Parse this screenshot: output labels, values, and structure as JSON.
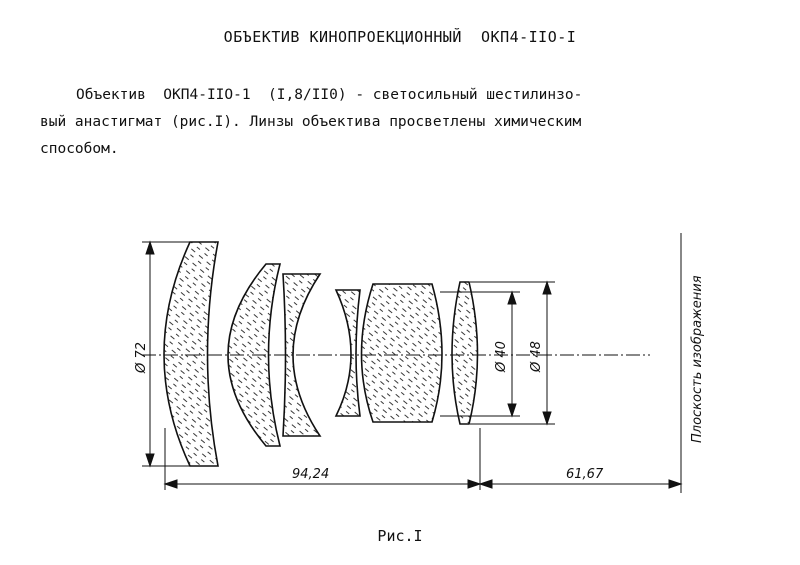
{
  "document": {
    "title": "ОБЪЕКТИВ КИНОПРОЕКЦИОННЫЙ  ОКП4-IIO-I",
    "paragraph": {
      "line1": "Объектив  ОКП4-IIO-1  (I,8/II0) - светосильный шестилинзо-",
      "line2": "вый анастигмат (рис.I). Линзы объектива просветлены химическим",
      "line3": "способом."
    },
    "figure": {
      "dim_diameter_72": "Ø 72",
      "dim_diameter_40": "Ø 40",
      "dim_diameter_48": "Ø 48",
      "dim_length_94": "94,24",
      "dim_length_61": "61,67",
      "image_plane_label": "Плоскость  изображения"
    },
    "caption": "Рис.I"
  }
}
